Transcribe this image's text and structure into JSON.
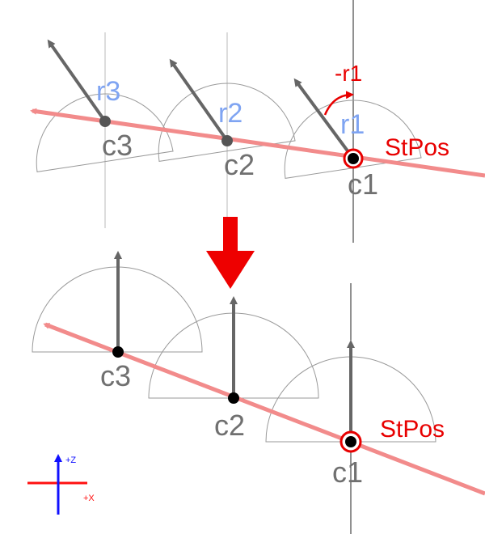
{
  "colors": {
    "red_line": "#f28b8b",
    "red_label": "#e80000",
    "gray_arrow": "#666666",
    "blue_label": "#7fa4f2",
    "axis_z": "#1010ff",
    "axis_x": "#ff1010",
    "big_arrow": "#ee0000"
  },
  "top": {
    "labels": {
      "c1": "c1",
      "c2": "c2",
      "c3": "c3",
      "r1": "r1",
      "r2": "r2",
      "r3": "r3",
      "neg_r1": "-r1",
      "stpos": "StPos"
    }
  },
  "bottom": {
    "labels": {
      "c1": "c1",
      "c2": "c2",
      "c3": "c3",
      "stpos": "StPos"
    }
  },
  "axes": {
    "z_label": "+Z",
    "x_label": "+X"
  }
}
